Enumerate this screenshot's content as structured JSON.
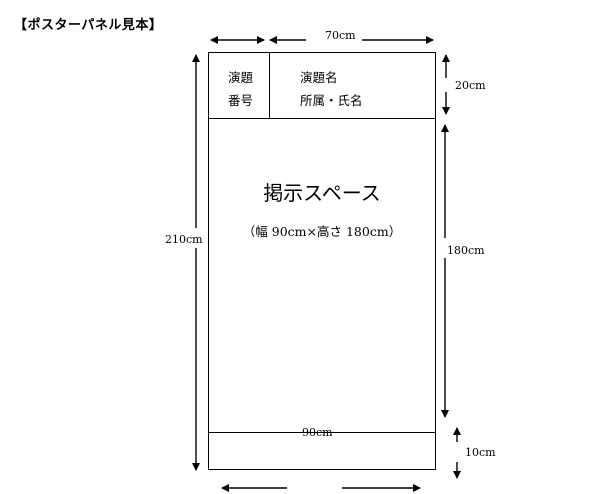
{
  "title": "【ポスターパネル見本】",
  "header": {
    "number_line1": "演題",
    "number_line2": "番号",
    "title_line1": "演題名",
    "title_line2": "所属・氏名"
  },
  "main": {
    "label": "掲示スペース",
    "sublabel": "（幅 90cm×高さ 180cm）"
  },
  "dimensions": {
    "top_width": "70cm",
    "header_height": "20cm",
    "total_height": "210cm",
    "space_height": "180cm",
    "bottom_width": "90cm",
    "footer_height": "10cm"
  }
}
